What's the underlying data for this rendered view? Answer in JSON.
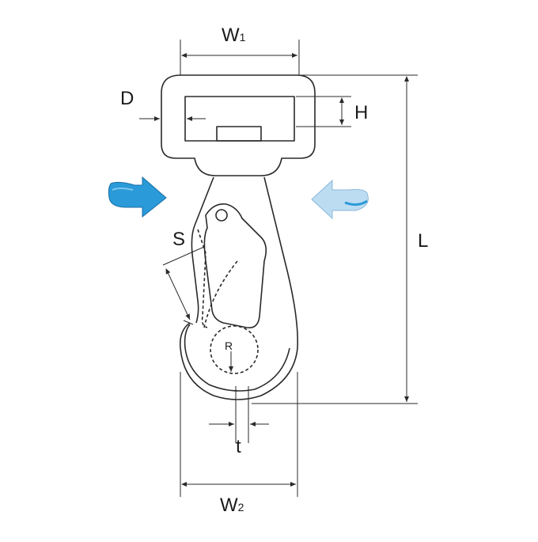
{
  "diagram": {
    "labels": {
      "w1_main": "W",
      "w1_sub": "1",
      "d": "D",
      "h": "H",
      "l": "L",
      "s": "S",
      "r": "R",
      "t": "t",
      "w2_main": "W",
      "w2_sub": "2"
    },
    "colors": {
      "line": "#2a2a2a",
      "arrow_left": "#2a9ad8",
      "arrow_right": "#bcdcf2"
    },
    "icons": {
      "left_arrow": "rotate-arrow-icon",
      "right_arrow": "rotate-arrow-icon"
    }
  }
}
